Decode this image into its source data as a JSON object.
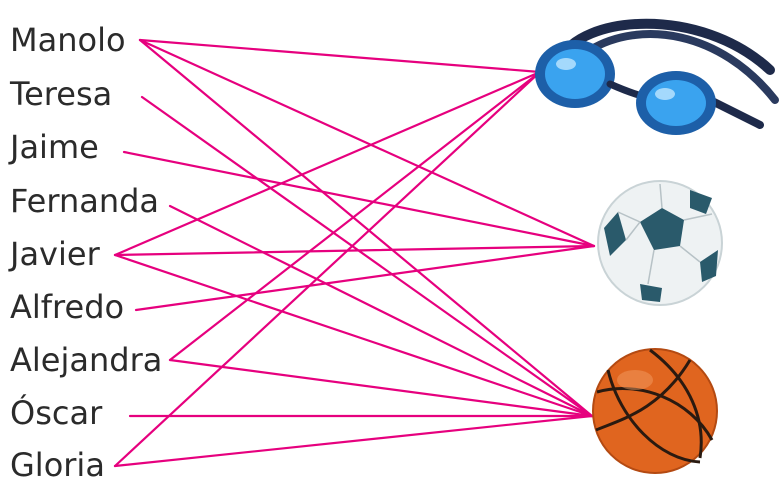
{
  "names": [
    {
      "id": "manolo",
      "label": "Manolo",
      "links": [
        "goggles",
        "ball",
        "basketball"
      ]
    },
    {
      "id": "teresa",
      "label": "Teresa",
      "links": [
        "basketball"
      ]
    },
    {
      "id": "jaime",
      "label": "Jaime",
      "links": [
        "ball"
      ]
    },
    {
      "id": "fernanda",
      "label": "Fernanda",
      "links": [
        "basketball"
      ]
    },
    {
      "id": "javier",
      "label": "Javier",
      "links": [
        "goggles",
        "ball",
        "basketball"
      ]
    },
    {
      "id": "alfredo",
      "label": "Alfredo",
      "links": [
        "ball"
      ]
    },
    {
      "id": "alejandra",
      "label": "Alejandra",
      "links": [
        "goggles",
        "basketball"
      ]
    },
    {
      "id": "oscar",
      "label": "Óscar",
      "links": [
        "basketball"
      ]
    },
    {
      "id": "gloria",
      "label": "Gloria",
      "links": [
        "goggles",
        "basketball"
      ]
    }
  ],
  "items": [
    {
      "id": "goggles",
      "icon": "swim-goggles-icon"
    },
    {
      "id": "ball",
      "icon": "soccer-ball-icon"
    },
    {
      "id": "basketball",
      "icon": "basketball-icon"
    }
  ],
  "colors": {
    "line": "#e6007e",
    "text": "#2b2b2b",
    "goggles_lens": "#2f8fe0",
    "goggles_strap": "#1e2a4a",
    "soccer_dark": "#2a5a6b",
    "basketball": "#e0651f"
  }
}
